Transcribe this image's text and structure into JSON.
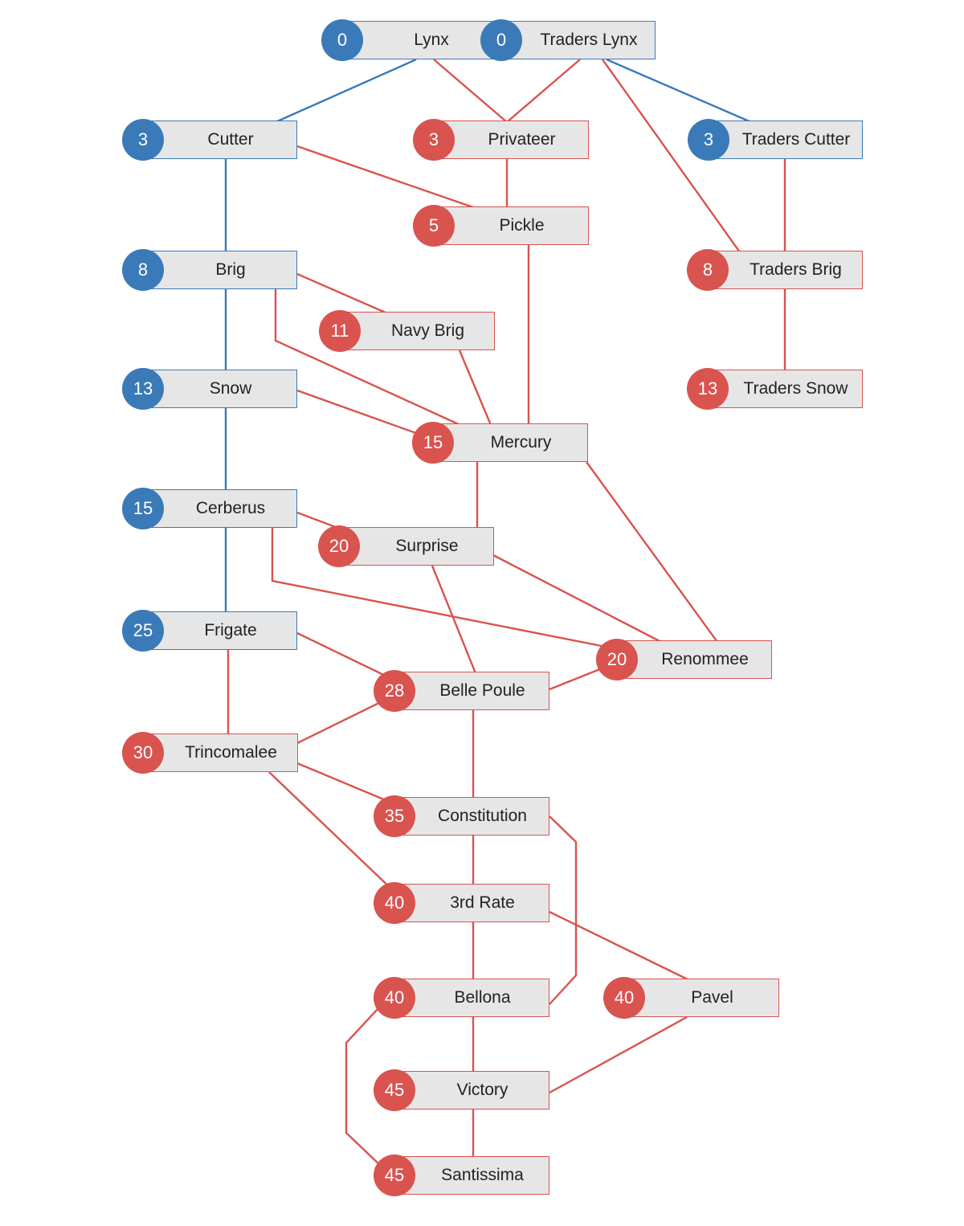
{
  "colors": {
    "blue": "#3a7ab8",
    "red": "#d9534f",
    "box_fill": "#e6e6e6"
  },
  "nodes": [
    {
      "id": "lynx",
      "rank": "0",
      "label": "Lynx",
      "color": "blue"
    },
    {
      "id": "traders-lynx",
      "rank": "0",
      "label": "Traders Lynx",
      "color": "blue"
    },
    {
      "id": "cutter",
      "rank": "3",
      "label": "Cutter",
      "color": "blue"
    },
    {
      "id": "privateer",
      "rank": "3",
      "label": "Privateer",
      "color": "red"
    },
    {
      "id": "traders-cutter",
      "rank": "3",
      "label": "Traders Cutter",
      "color": "blue"
    },
    {
      "id": "pickle",
      "rank": "5",
      "label": "Pickle",
      "color": "red"
    },
    {
      "id": "brig",
      "rank": "8",
      "label": "Brig",
      "color": "blue"
    },
    {
      "id": "traders-brig",
      "rank": "8",
      "label": "Traders Brig",
      "color": "red"
    },
    {
      "id": "navy-brig",
      "rank": "11",
      "label": "Navy Brig",
      "color": "red"
    },
    {
      "id": "snow",
      "rank": "13",
      "label": "Snow",
      "color": "blue"
    },
    {
      "id": "traders-snow",
      "rank": "13",
      "label": "Traders Snow",
      "color": "red"
    },
    {
      "id": "mercury",
      "rank": "15",
      "label": "Mercury",
      "color": "red"
    },
    {
      "id": "cerberus",
      "rank": "15",
      "label": "Cerberus",
      "color": "blue"
    },
    {
      "id": "surprise",
      "rank": "20",
      "label": "Surprise",
      "color": "red"
    },
    {
      "id": "frigate",
      "rank": "25",
      "label": "Frigate",
      "color": "blue"
    },
    {
      "id": "renommee",
      "rank": "20",
      "label": "Renommee",
      "color": "red"
    },
    {
      "id": "belle-poule",
      "rank": "28",
      "label": "Belle Poule",
      "color": "red"
    },
    {
      "id": "trincomalee",
      "rank": "30",
      "label": "Trincomalee",
      "color": "red"
    },
    {
      "id": "constitution",
      "rank": "35",
      "label": "Constitution",
      "color": "red"
    },
    {
      "id": "3rd-rate",
      "rank": "40",
      "label": "3rd Rate",
      "color": "red"
    },
    {
      "id": "bellona",
      "rank": "40",
      "label": "Bellona",
      "color": "red"
    },
    {
      "id": "pavel",
      "rank": "40",
      "label": "Pavel",
      "color": "red"
    },
    {
      "id": "victory",
      "rank": "45",
      "label": "Victory",
      "color": "red"
    },
    {
      "id": "santissima",
      "rank": "45",
      "label": "Santissima",
      "color": "red"
    }
  ],
  "links": [
    {
      "from": "lynx",
      "to": "cutter",
      "color": "blue"
    },
    {
      "from": "lynx",
      "to": "privateer",
      "color": "red"
    },
    {
      "from": "traders-lynx",
      "to": "privateer",
      "color": "red"
    },
    {
      "from": "traders-lynx",
      "to": "traders-cutter",
      "color": "blue"
    },
    {
      "from": "traders-lynx",
      "to": "traders-brig",
      "color": "red"
    },
    {
      "from": "cutter",
      "to": "brig",
      "color": "blue"
    },
    {
      "from": "cutter",
      "to": "pickle",
      "color": "red"
    },
    {
      "from": "privateer",
      "to": "pickle",
      "color": "red"
    },
    {
      "from": "pickle",
      "to": "mercury",
      "color": "red"
    },
    {
      "from": "traders-cutter",
      "to": "traders-brig",
      "color": "red"
    },
    {
      "from": "traders-brig",
      "to": "traders-snow",
      "color": "red"
    },
    {
      "from": "brig",
      "to": "navy-brig",
      "color": "red"
    },
    {
      "from": "brig",
      "to": "mercury",
      "color": "red"
    },
    {
      "from": "brig",
      "to": "snow",
      "color": "blue"
    },
    {
      "from": "navy-brig",
      "to": "mercury",
      "color": "red"
    },
    {
      "from": "snow",
      "to": "mercury",
      "color": "red"
    },
    {
      "from": "snow",
      "to": "cerberus",
      "color": "blue"
    },
    {
      "from": "mercury",
      "to": "surprise",
      "color": "red"
    },
    {
      "from": "mercury",
      "to": "renommee",
      "color": "red"
    },
    {
      "from": "cerberus",
      "to": "surprise",
      "color": "red"
    },
    {
      "from": "cerberus",
      "to": "frigate",
      "color": "blue"
    },
    {
      "from": "cerberus",
      "to": "renommee",
      "color": "red"
    },
    {
      "from": "surprise",
      "to": "renommee",
      "color": "red"
    },
    {
      "from": "surprise",
      "to": "belle-poule",
      "color": "red"
    },
    {
      "from": "frigate",
      "to": "belle-poule",
      "color": "red"
    },
    {
      "from": "frigate",
      "to": "trincomalee",
      "color": "red"
    },
    {
      "from": "renommee",
      "to": "belle-poule",
      "color": "red"
    },
    {
      "from": "trincomalee",
      "to": "belle-poule",
      "color": "red"
    },
    {
      "from": "belle-poule",
      "to": "constitution",
      "color": "red"
    },
    {
      "from": "trincomalee",
      "to": "constitution",
      "color": "red"
    },
    {
      "from": "trincomalee",
      "to": "3rd-rate",
      "color": "red"
    },
    {
      "from": "constitution",
      "to": "3rd-rate",
      "color": "red"
    },
    {
      "from": "constitution",
      "to": "bellona",
      "color": "red"
    },
    {
      "from": "3rd-rate",
      "to": "bellona",
      "color": "red"
    },
    {
      "from": "3rd-rate",
      "to": "pavel",
      "color": "red"
    },
    {
      "from": "bellona",
      "to": "victory",
      "color": "red"
    },
    {
      "from": "bellona",
      "to": "santissima",
      "color": "red"
    },
    {
      "from": "pavel",
      "to": "victory",
      "color": "red"
    },
    {
      "from": "victory",
      "to": "santissima",
      "color": "red"
    }
  ]
}
